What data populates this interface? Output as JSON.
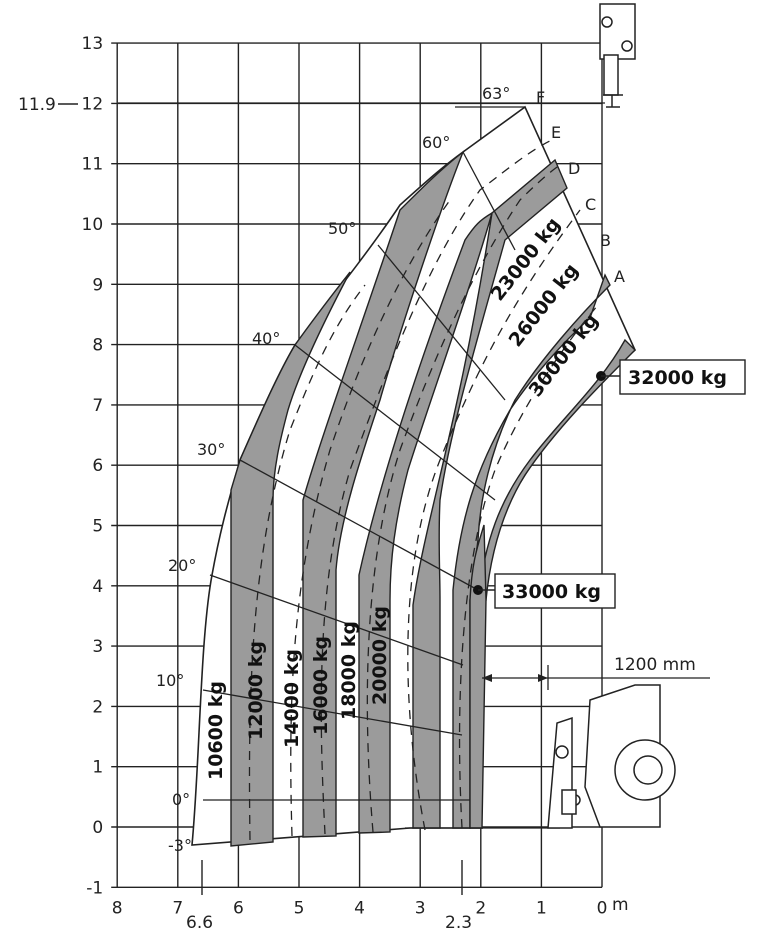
{
  "y_axis": {
    "ticks": [
      "13",
      "12",
      "11",
      "10",
      "9",
      "8",
      "7",
      "6",
      "5",
      "4",
      "3",
      "2",
      "1",
      "0",
      "-1"
    ],
    "max_height_label": "11.9"
  },
  "x_axis": {
    "ticks": [
      "8",
      "7",
      "6",
      "5",
      "4",
      "3",
      "2",
      "1",
      "0"
    ],
    "unit": "m",
    "extra_labels": [
      "6.6",
      "2.3"
    ]
  },
  "angles": [
    "63°",
    "60°",
    "50°",
    "40°",
    "30°",
    "20°",
    "10°",
    "0°",
    "-3°"
  ],
  "positions": [
    "F",
    "E",
    "D",
    "C",
    "B",
    "A"
  ],
  "load_zones": [
    "10600 kg",
    "12000 kg",
    "14000 kg",
    "16000 kg",
    "18000 kg",
    "20000 kg",
    "23000 kg",
    "26000 kg",
    "30000 kg"
  ],
  "callouts": {
    "max_load_top": "32000 kg",
    "max_load_mid": "33000 kg",
    "distance": "1200 mm"
  }
}
